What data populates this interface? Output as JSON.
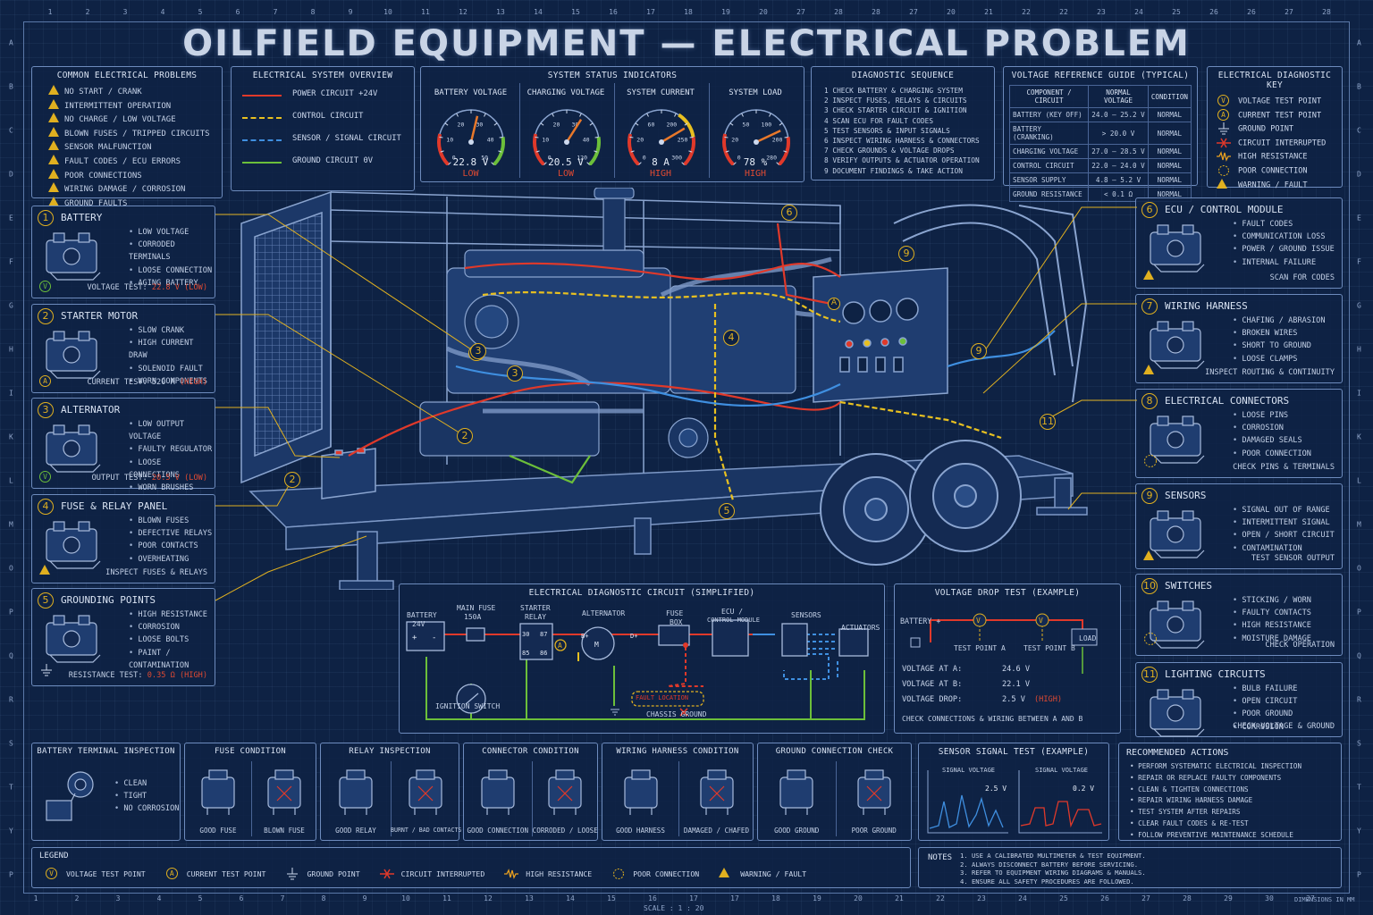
{
  "title": "OILFIELD EQUIPMENT — ELECTRICAL PROBLEM",
  "ruler_top": [
    "1",
    "2",
    "3",
    "4",
    "5",
    "6",
    "7",
    "8",
    "9",
    "10",
    "11",
    "12",
    "13",
    "14",
    "15",
    "16",
    "17",
    "18",
    "19",
    "20",
    "27",
    "28",
    "28",
    "27",
    "20",
    "21",
    "22",
    "22",
    "23",
    "24",
    "25",
    "26",
    "26",
    "27",
    "28"
  ],
  "ruler_bottom": [
    "1",
    "2",
    "3",
    "4",
    "5",
    "6",
    "7",
    "8",
    "9",
    "10",
    "11",
    "12",
    "13",
    "14",
    "15",
    "16",
    "17",
    "17",
    "18",
    "19",
    "20",
    "21",
    "22",
    "23",
    "24",
    "25",
    "26",
    "27",
    "28",
    "29",
    "30",
    "27"
  ],
  "ruler_side": [
    "A",
    "B",
    "C",
    "D",
    "E",
    "F",
    "G",
    "H",
    "I",
    "K",
    "L",
    "M",
    "O",
    "P",
    "Q",
    "R",
    "S",
    "T",
    "Y",
    "P"
  ],
  "scale_label": "SCALE : 1 : 20",
  "dims_label": "DIMENSIONS IN MM",
  "common_problems": {
    "heading": "COMMON ELECTRICAL PROBLEMS",
    "items": [
      "NO START / CRANK",
      "INTERMITTENT OPERATION",
      "NO CHARGE / LOW VOLTAGE",
      "BLOWN FUSES / TRIPPED CIRCUITS",
      "SENSOR MALFUNCTION",
      "FAULT CODES / ECU ERRORS",
      "POOR CONNECTIONS",
      "WIRING DAMAGE / CORROSION",
      "GROUND FAULTS"
    ]
  },
  "system_overview": {
    "heading": "ELECTRICAL SYSTEM OVERVIEW",
    "items": [
      {
        "label": "POWER CIRCUIT +24V",
        "color": "#e0392a"
      },
      {
        "label": "CONTROL CIRCUIT",
        "color": "#e8c020"
      },
      {
        "label": "SENSOR / SIGNAL CIRCUIT",
        "color": "#3f8fe0"
      },
      {
        "label": "GROUND CIRCUIT 0V",
        "color": "#6cbf3a"
      }
    ]
  },
  "status": {
    "heading": "SYSTEM STATUS INDICATORS",
    "gauges": [
      {
        "label": "BATTERY VOLTAGE",
        "value": "22.8 V",
        "state": "LOW",
        "level": 0.55,
        "ticks": [
          "0",
          "10",
          "20",
          "30",
          "40",
          "50"
        ]
      },
      {
        "label": "CHARGING VOLTAGE",
        "value": "20.5 V",
        "state": "LOW",
        "level": 0.62,
        "ticks": [
          "0",
          "10",
          "20",
          "30",
          "40",
          "120"
        ]
      },
      {
        "label": "SYSTEM CURRENT",
        "value": "8 A",
        "state": "HIGH",
        "level": 0.72,
        "ticks": [
          "0",
          "20",
          "60",
          "200",
          "250",
          "300"
        ]
      },
      {
        "label": "SYSTEM LOAD",
        "value": "78 %",
        "state": "HIGH",
        "level": 0.74,
        "ticks": [
          "0",
          "20",
          "50",
          "100",
          "200",
          "280"
        ]
      }
    ]
  },
  "diag_sequence": {
    "heading": "DIAGNOSTIC SEQUENCE",
    "items": [
      "1  CHECK BATTERY & CHARGING SYSTEM",
      "2  INSPECT FUSES, RELAYS & CIRCUITS",
      "3  CHECK STARTER CIRCUIT & IGNITION",
      "4  SCAN ECU FOR FAULT CODES",
      "5  TEST SENSORS & INPUT SIGNALS",
      "6  INSPECT WIRING HARNESS & CONNECTORS",
      "7  CHECK GROUNDS & VOLTAGE DROPS",
      "8  VERIFY OUTPUTS & ACTUATOR OPERATION",
      "9  DOCUMENT FINDINGS & TAKE ACTION"
    ]
  },
  "voltage_ref": {
    "heading": "VOLTAGE REFERENCE GUIDE (TYPICAL)",
    "columns": [
      "COMPONENT / CIRCUIT",
      "NORMAL VOLTAGE",
      "CONDITION"
    ],
    "rows": [
      [
        "BATTERY (KEY OFF)",
        "24.0 – 25.2 V",
        "NORMAL"
      ],
      [
        "BATTERY (CRANKING)",
        "> 20.0 V",
        "NORMAL"
      ],
      [
        "CHARGING VOLTAGE",
        "27.0 – 28.5 V",
        "NORMAL"
      ],
      [
        "CONTROL CIRCUIT",
        "22.0 – 24.0 V",
        "NORMAL"
      ],
      [
        "SENSOR SUPPLY",
        "4.8 – 5.2 V",
        "NORMAL"
      ],
      [
        "GROUND RESISTANCE",
        "< 0.1 Ω",
        "NORMAL"
      ]
    ]
  },
  "diag_key": {
    "heading": "ELECTRICAL DIAGNOSTIC KEY",
    "items": [
      "VOLTAGE TEST POINT",
      "CURRENT TEST POINT",
      "GROUND POINT",
      "CIRCUIT INTERRUPTED",
      "HIGH RESISTANCE",
      "POOR CONNECTION",
      "WARNING / FAULT"
    ]
  },
  "left_cards": [
    {
      "num": "1",
      "title": "BATTERY",
      "items": [
        "LOW VOLTAGE",
        "CORRODED TERMINALS",
        "LOOSE CONNECTION",
        "AGING BATTERY"
      ],
      "foot": "VOLTAGE TEST:",
      "foot_val": "22.8 V (LOW)",
      "badge": "V"
    },
    {
      "num": "2",
      "title": "STARTER MOTOR",
      "items": [
        "SLOW CRANK",
        "HIGH CURRENT DRAW",
        "SOLENOID FAULT",
        "WORN COMPONENTS"
      ],
      "foot": "CURRENT TEST: 520 A",
      "foot_val": "(HIGH)",
      "badge": "A"
    },
    {
      "num": "3",
      "title": "ALTERNATOR",
      "items": [
        "LOW OUTPUT VOLTAGE",
        "FAULTY REGULATOR",
        "LOOSE CONNECTIONS",
        "WORN BRUSHES"
      ],
      "foot": "OUTPUT TEST:",
      "foot_val": "20.5 V (LOW)",
      "badge": "V"
    },
    {
      "num": "4",
      "title": "FUSE & RELAY PANEL",
      "items": [
        "BLOWN FUSES",
        "DEFECTIVE RELAYS",
        "POOR CONTACTS",
        "OVERHEATING"
      ],
      "foot": "INSPECT FUSES & RELAYS",
      "foot_val": "",
      "badge": "warn"
    },
    {
      "num": "5",
      "title": "GROUNDING POINTS",
      "items": [
        "HIGH RESISTANCE",
        "CORROSION",
        "LOOSE BOLTS",
        "PAINT / CONTAMINATION"
      ],
      "foot": "RESISTANCE TEST:",
      "foot_val": "0.35 Ω (HIGH)",
      "badge": "ground"
    }
  ],
  "right_cards": [
    {
      "num": "6",
      "title": "ECU / CONTROL MODULE",
      "items": [
        "FAULT CODES",
        "COMMUNICATION LOSS",
        "POWER / GROUND ISSUE",
        "INTERNAL FAILURE"
      ],
      "foot": "SCAN FOR CODES",
      "badge": "warn"
    },
    {
      "num": "7",
      "title": "WIRING HARNESS",
      "items": [
        "CHAFING / ABRASION",
        "BROKEN WIRES",
        "SHORT TO GROUND",
        "LOOSE CLAMPS"
      ],
      "foot": "INSPECT ROUTING & CONTINUITY",
      "badge": "warn"
    },
    {
      "num": "8",
      "title": "ELECTRICAL CONNECTORS",
      "items": [
        "LOOSE PINS",
        "CORROSION",
        "DAMAGED SEALS",
        "POOR CONNECTION"
      ],
      "foot": "CHECK PINS & TERMINALS",
      "badge": "poor"
    },
    {
      "num": "9",
      "title": "SENSORS",
      "items": [
        "SIGNAL OUT OF RANGE",
        "INTERMITTENT SIGNAL",
        "OPEN / SHORT CIRCUIT",
        "CONTAMINATION"
      ],
      "foot": "TEST SENSOR OUTPUT",
      "badge": "warn"
    },
    {
      "num": "10",
      "title": "SWITCHES",
      "items": [
        "STICKING / WORN",
        "FAULTY CONTACTS",
        "HIGH RESISTANCE",
        "MOISTURE DAMAGE"
      ],
      "foot": "CHECK OPERATION",
      "badge": "poor"
    },
    {
      "num": "11",
      "title": "LIGHTING CIRCUITS",
      "items": [
        "BULB FAILURE",
        "OPEN CIRCUIT",
        "POOR GROUND",
        "CORROSION"
      ],
      "foot": "CHECK VOLTAGE & GROUND",
      "badge": "none"
    }
  ],
  "callouts": [
    "1",
    "2",
    "2",
    "3",
    "3",
    "4",
    "5",
    "6",
    "9",
    "9",
    "11",
    "A"
  ],
  "circuit": {
    "heading": "ELECTRICAL DIAGNOSTIC CIRCUIT (SIMPLIFIED)",
    "battery": "BATTERY",
    "battery_v": "24V",
    "main_fuse": "MAIN FUSE",
    "main_fuse_v": "150A",
    "starter": "STARTER",
    "relay": "RELAY",
    "alternator": "ALTERNATOR",
    "fuse_box": "FUSE",
    "fuse_box2": "BOX",
    "ecu": "ECU /",
    "ecu2": "CONTROL MODULE",
    "sensors": "SENSORS",
    "actuators": "ACTUATORS",
    "ignition": "IGNITION SWITCH",
    "fault": "FAULT LOCATION",
    "chassis": "CHASSIS GROUND",
    "relay_pins": [
      "30",
      "85",
      "87",
      "86"
    ],
    "alt_pins": [
      "B+",
      "D+"
    ],
    "batt_pins": [
      "+",
      "-"
    ]
  },
  "vdrop": {
    "heading": "VOLTAGE DROP TEST (EXAMPLE)",
    "battery": "BATTERY +",
    "tpa": "TEST POINT A",
    "tpb": "TEST POINT B",
    "load": "LOAD",
    "rows": [
      [
        "VOLTAGE AT A:",
        "24.6 V",
        ""
      ],
      [
        "VOLTAGE AT B:",
        "22.1 V",
        ""
      ],
      [
        "VOLTAGE DROP:",
        "2.5 V",
        "(HIGH)"
      ]
    ],
    "note": "CHECK CONNECTIONS & WIRING BETWEEN A AND B"
  },
  "bottom_cards": [
    {
      "heading": "BATTERY TERMINAL INSPECTION",
      "items": [
        "CLEAN",
        "TIGHT",
        "NO CORROSION"
      ],
      "caps": []
    },
    {
      "heading": "FUSE CONDITION",
      "caps": [
        "GOOD FUSE",
        "BLOWN FUSE"
      ]
    },
    {
      "heading": "RELAY INSPECTION",
      "caps": [
        "GOOD RELAY",
        "BURNT / BAD CONTACTS"
      ]
    },
    {
      "heading": "CONNECTOR CONDITION",
      "caps": [
        "GOOD CONNECTION",
        "CORRODED / LOOSE"
      ]
    },
    {
      "heading": "WIRING HARNESS CONDITION",
      "caps": [
        "GOOD HARNESS",
        "DAMAGED / CHAFED"
      ]
    },
    {
      "heading": "GROUND CONNECTION CHECK",
      "caps": [
        "GOOD GROUND",
        "POOR GROUND"
      ]
    }
  ],
  "sensor_test": {
    "heading": "SENSOR SIGNAL TEST (EXAMPLE)",
    "left_label": "SIGNAL VOLTAGE",
    "left_value": "2.5 V",
    "right_label": "SIGNAL VOLTAGE",
    "right_value": "0.2 V"
  },
  "actions": {
    "heading": "RECOMMENDED ACTIONS",
    "items": [
      "PERFORM SYSTEMATIC ELECTRICAL INSPECTION",
      "REPAIR OR REPLACE FAULTY COMPONENTS",
      "CLEAN & TIGHTEN CONNECTIONS",
      "REPAIR WIRING HARNESS DAMAGE",
      "TEST SYSTEM AFTER REPAIRS",
      "CLEAR FAULT CODES & RE-TEST",
      "FOLLOW PREVENTIVE MAINTENANCE SCHEDULE"
    ]
  },
  "legend": {
    "heading": "LEGEND",
    "items": [
      "VOLTAGE TEST POINT",
      "CURRENT TEST POINT",
      "GROUND POINT",
      "CIRCUIT INTERRUPTED",
      "HIGH RESISTANCE",
      "POOR CONNECTION",
      "WARNING / FAULT"
    ]
  },
  "notes": {
    "heading": "NOTES",
    "items": [
      "1.  USE A CALIBRATED MULTIMETER & TEST EQUIPMENT.",
      "2.  ALWAYS DISCONNECT BATTERY BEFORE SERVICING.",
      "3.  REFER TO EQUIPMENT WIRING DIAGRAMS & MANUALS.",
      "4.  ENSURE ALL SAFETY PROCEDURES ARE FOLLOWED."
    ]
  },
  "colors": {
    "power": "#e0392a",
    "control": "#e8c020",
    "sensor": "#3f8fe0",
    "ground": "#6cbf3a",
    "accent": "#e0b020",
    "frame": "#6d8bbd"
  }
}
